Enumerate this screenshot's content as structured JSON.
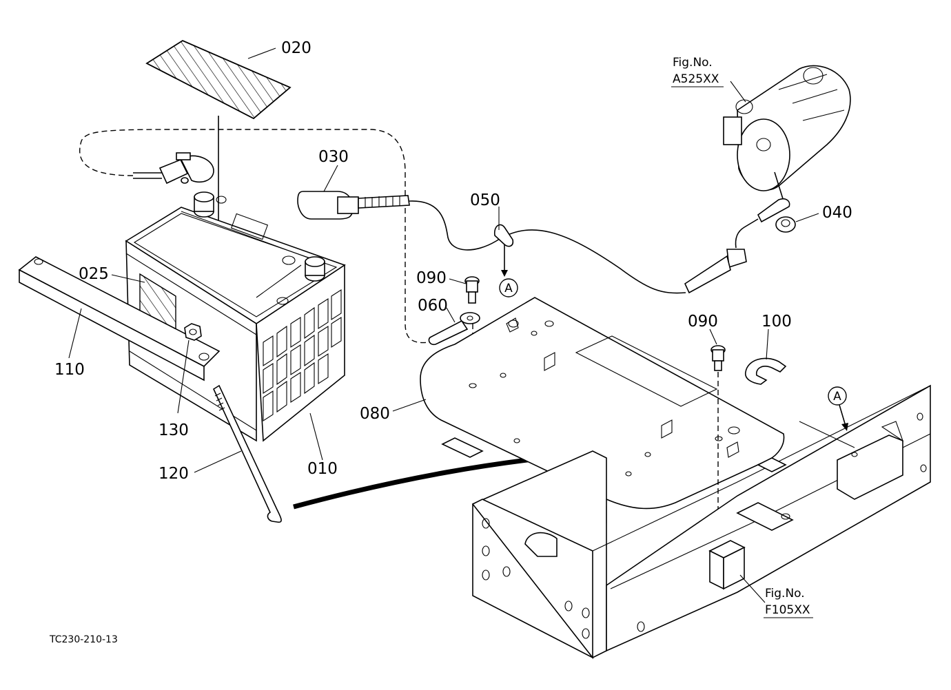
{
  "parts": {
    "p010": "010",
    "p020": "020",
    "p025": "025",
    "p030": "030",
    "p040": "040",
    "p050": "050",
    "p060": "060",
    "p080": "080",
    "p090a": "090",
    "p090b": "090",
    "p100": "100",
    "p110": "110",
    "p120": "120",
    "p130": "130"
  },
  "refs": {
    "starter_fig_label": "Fig.No.",
    "starter_fig_code": "A525XX",
    "frame_fig_label": "Fig.No.",
    "frame_fig_code": "F105XX",
    "marker_a_1": "A",
    "marker_a_2": "A"
  },
  "drawing_code": "TC230-210-13"
}
